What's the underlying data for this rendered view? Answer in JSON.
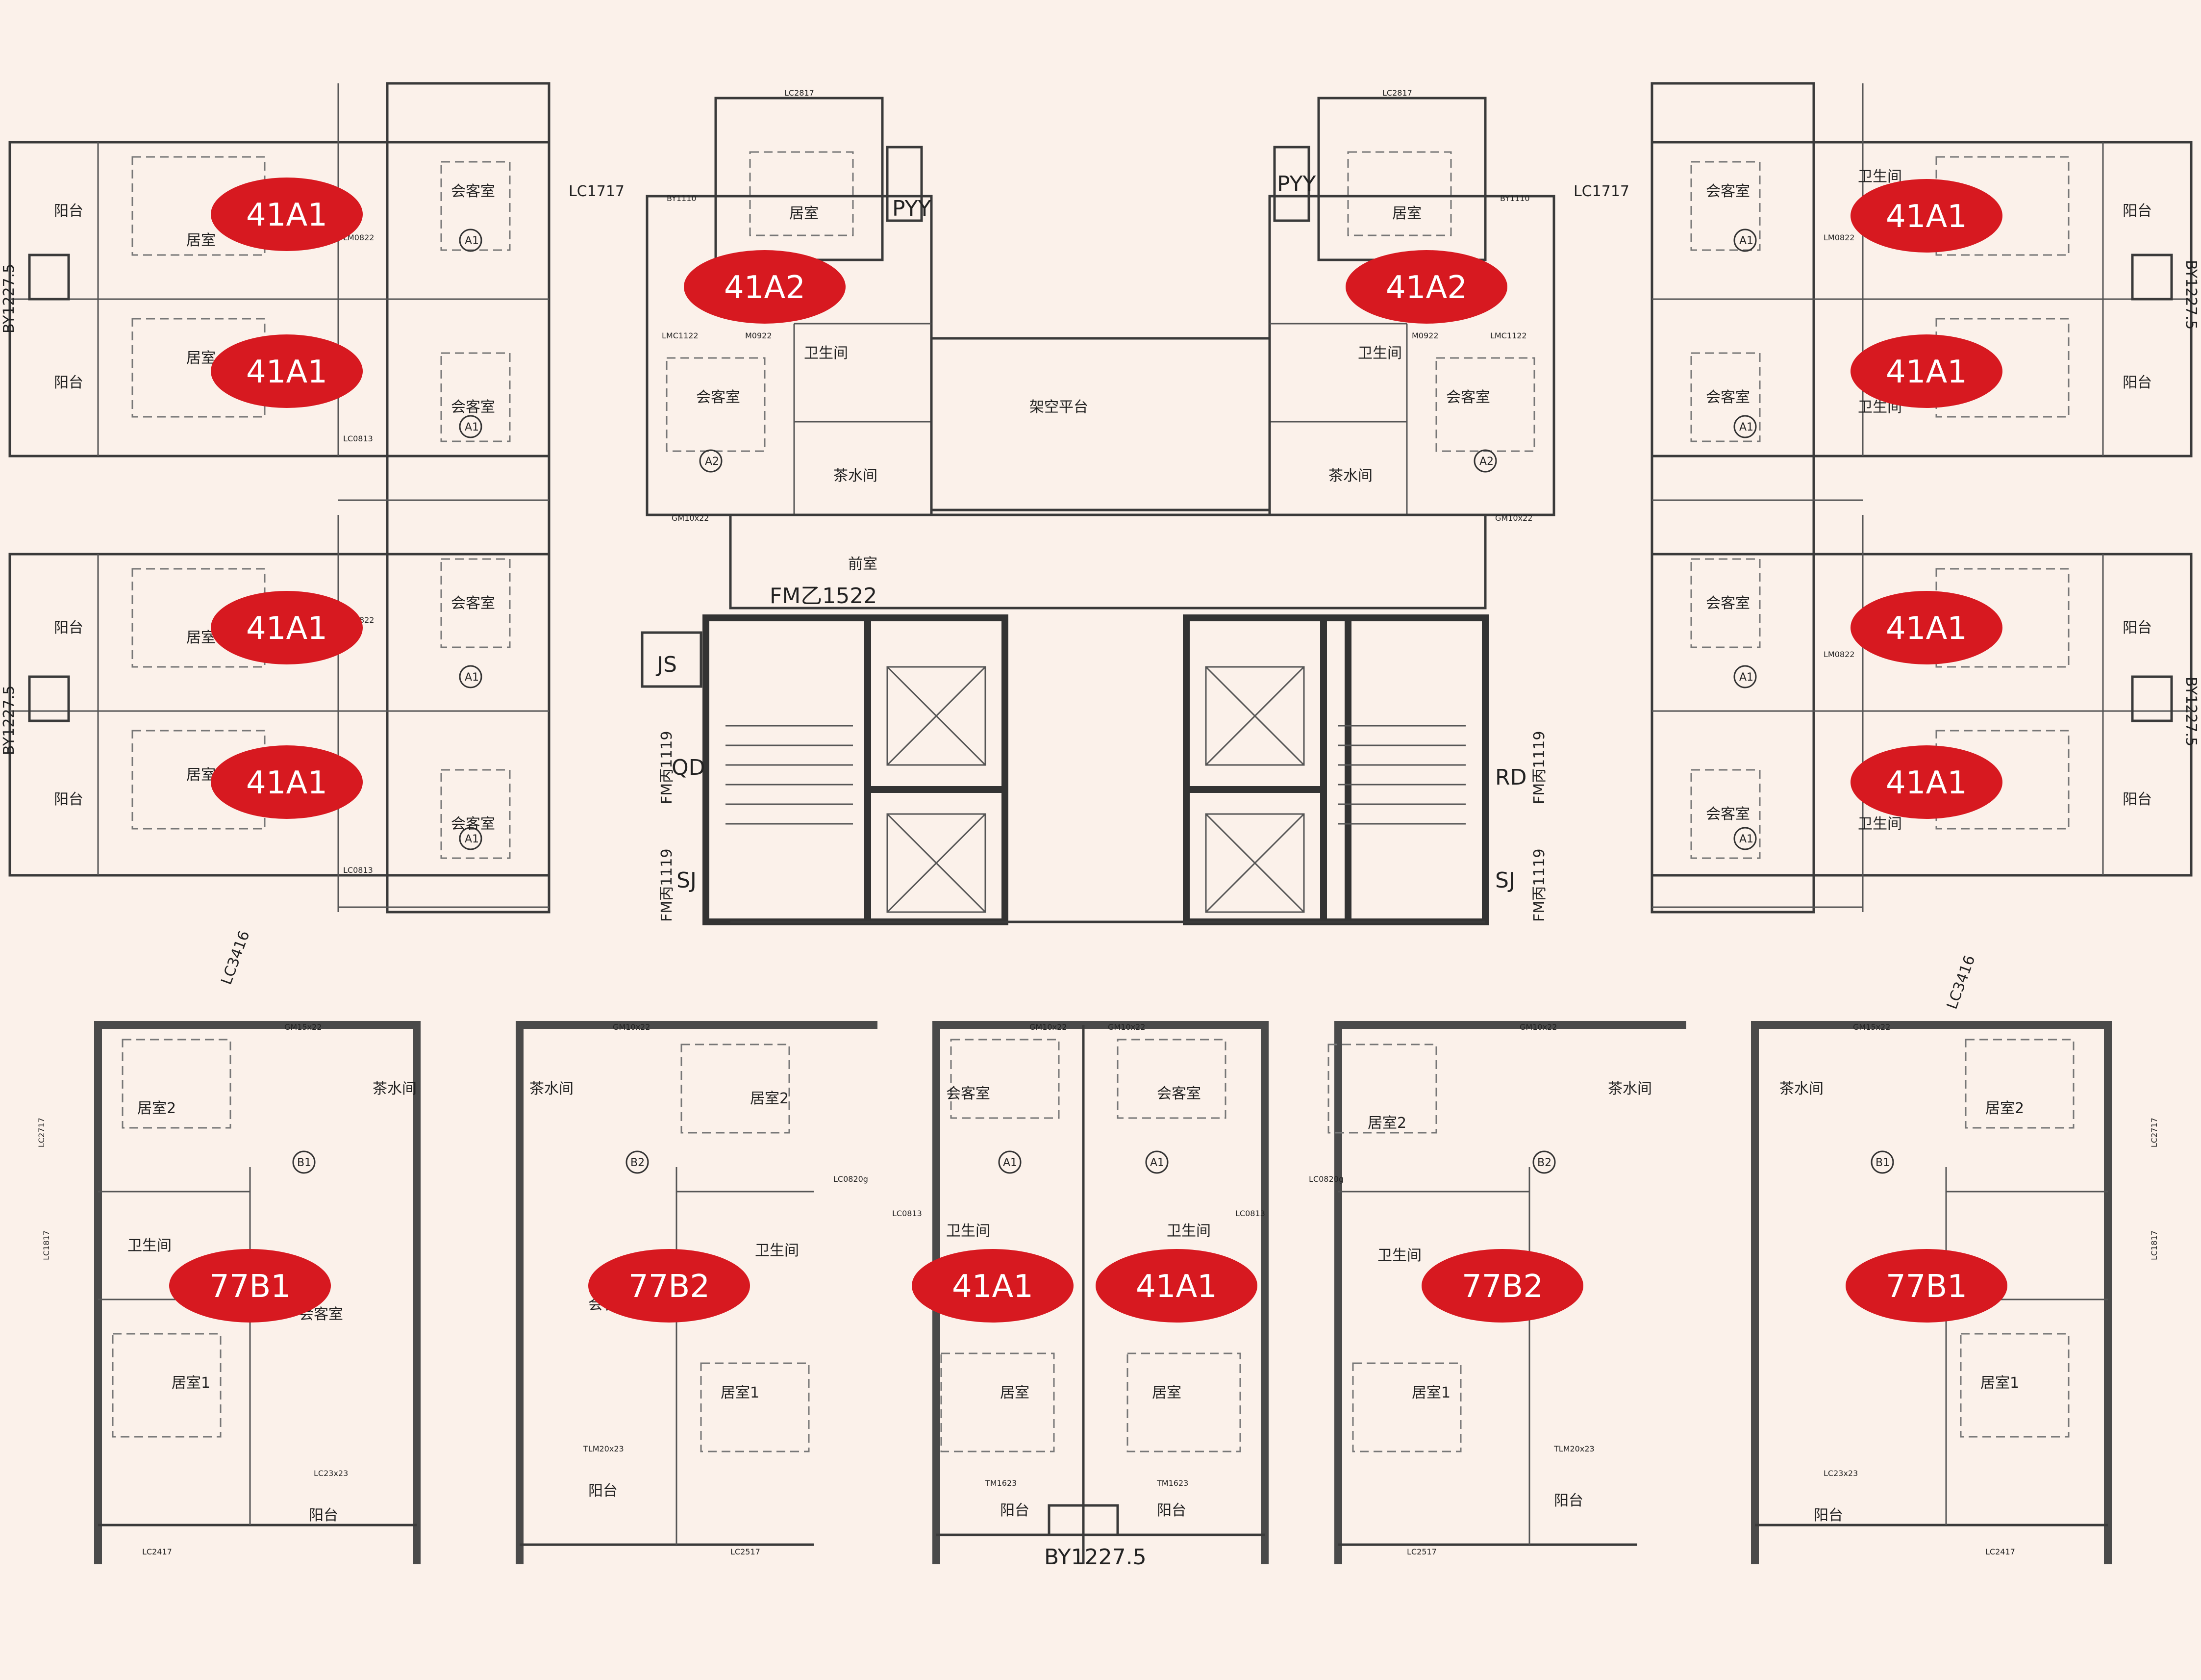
{
  "colors": {
    "background": "#fbf1ea",
    "badge": "#d71920",
    "wall": "#3a3a3a"
  },
  "badges": [
    "41A1",
    "41A1",
    "41A1",
    "41A1",
    "41A2",
    "41A2",
    "41A1",
    "41A1",
    "41A1",
    "41A1",
    "77B1",
    "77B2",
    "41A1",
    "41A1",
    "77B2",
    "77B1"
  ],
  "core": {
    "platform": "架空平台",
    "lobby": "前室",
    "fire_door_1": "FM乙1522",
    "js": "JS",
    "qd": "QD",
    "rd": "RD",
    "sj_left": "SJ",
    "sj_right": "SJ",
    "fm_left_1": "FM丙1119",
    "fm_left_2": "FM丙1119",
    "fm_right_1": "FM丙1119",
    "fm_right_2": "FM丙1119",
    "pyy_left": "PYY",
    "pyy_right": "PYY",
    "lc1717_left": "LC1717",
    "lc1717_right": "LC1717",
    "by_bottom": "BY1227.5",
    "by_left_1": "BY1227.5",
    "by_left_2": "BY1227.5",
    "by_right_1": "BY1227.5",
    "by_right_2": "BY1227.5",
    "lc3416_left": "LC3416",
    "lc3416_right": "LC3416"
  },
  "rooms": {
    "balcony": "阳台",
    "bedroom": "居室",
    "bedroom1": "居室1",
    "bedroom2": "居室2",
    "living": "会客室",
    "bath": "卫生间",
    "tea": "茶水间"
  },
  "codes": {
    "lc2817": "LC2817",
    "by1110": "BY1110",
    "gm1022": "GM10x22",
    "gm1522": "GM15x22",
    "lm0822": "LM0822",
    "lc0813": "LC0813",
    "tm1623": "TM1623",
    "lc2417": "LC2417",
    "lc2517": "LC2517",
    "lc2323": "LC23x23",
    "tlm2023": "TLM20x23",
    "lmc1122": "LMC1122",
    "m0922": "M0922",
    "lc1817": "LC1817",
    "lc2717": "LC2717",
    "lc0820": "LC0820g"
  },
  "markers": {
    "a1": "A1",
    "a2": "A2",
    "b1": "B1",
    "b2": "B2"
  }
}
